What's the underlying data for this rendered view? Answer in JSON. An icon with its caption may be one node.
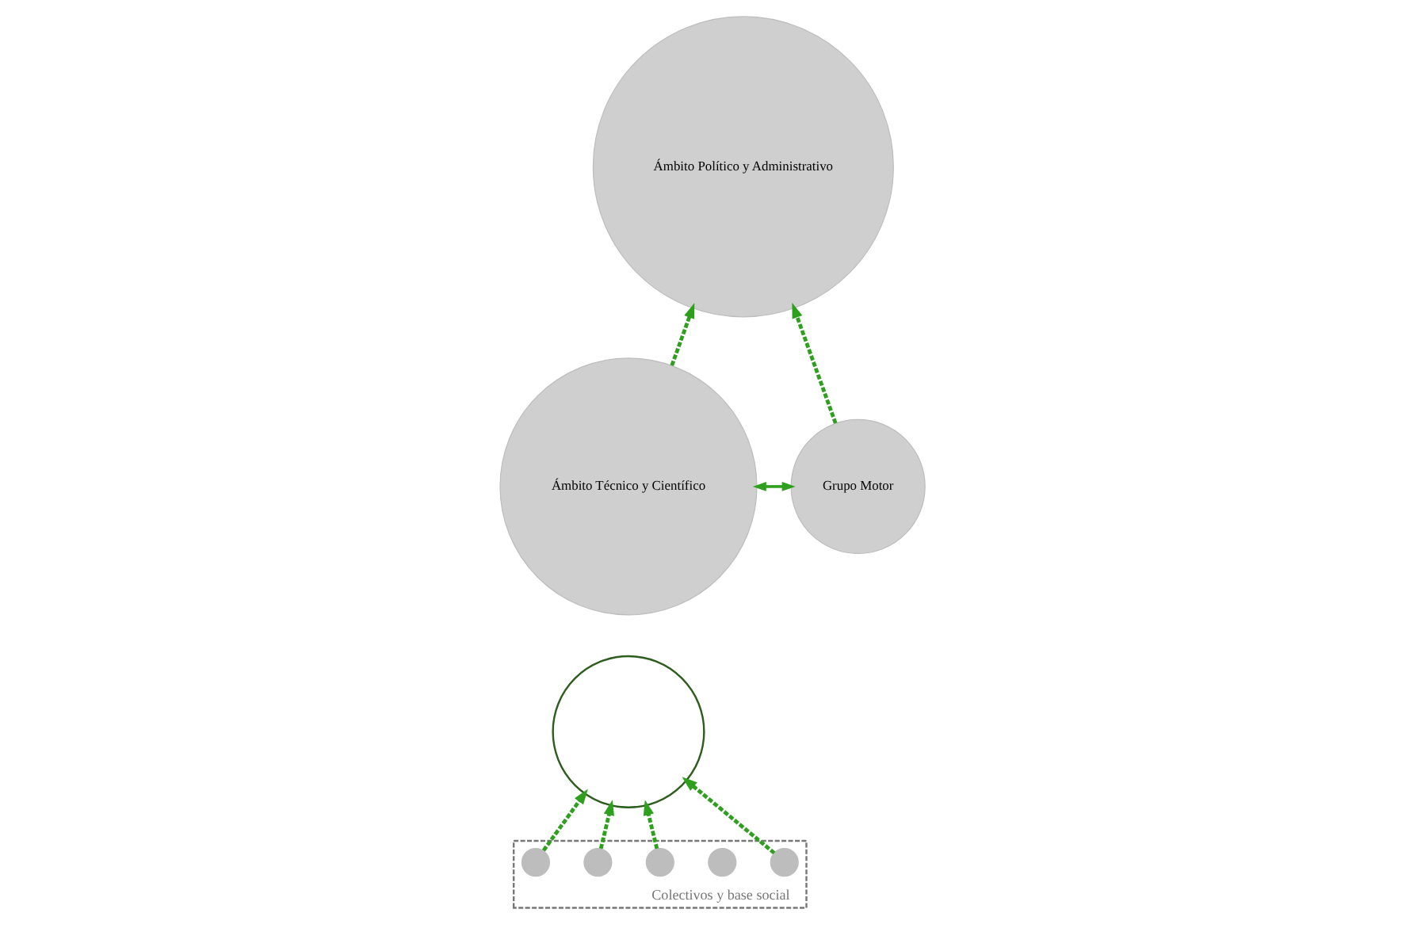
{
  "diagram": {
    "nodes": [
      {
        "text": [
          "Ámbito Político y Administrativo"
        ]
      },
      {
        "text": [
          "Ámbito Técnico y Científico"
        ]
      },
      {
        "text": [
          "Grupo Motor"
        ]
      },
      {
        "text": [],
        "shape": "spiral"
      },
      {
        "text": [
          "Colectivos y base social"
        ]
      },
      {
        "text": [],
        "shape": "circle",
        "in": 4
      },
      {
        "text": [],
        "shape": "circle",
        "in": 4
      },
      {
        "text": [],
        "shape": "circle",
        "in": 4
      },
      {
        "text": [],
        "shape": "circle",
        "in": 4
      },
      {
        "text": [],
        "shape": "circle",
        "in": 4
      }
    ],
    "edges": [
      {
        "from": 1,
        "to": 0,
        "arrow": "to",
        "style": "dashed"
      },
      {
        "from": 2,
        "to": 0,
        "arrow": "to",
        "style": "dashed"
      },
      {
        "from": 1,
        "to": 2,
        "arrow": "both"
      },
      {
        "from": 5,
        "to": 3,
        "arrow": "to",
        "style": "dashed"
      },
      {
        "from": 6,
        "to": 3,
        "arrow": "to",
        "style": "dashed"
      },
      {
        "from": 7,
        "to": 3,
        "arrow": "to",
        "style": "dashed"
      },
      {
        "from": 9,
        "to": 3,
        "arrow": "to",
        "style": "dashed"
      }
    ]
  }
}
